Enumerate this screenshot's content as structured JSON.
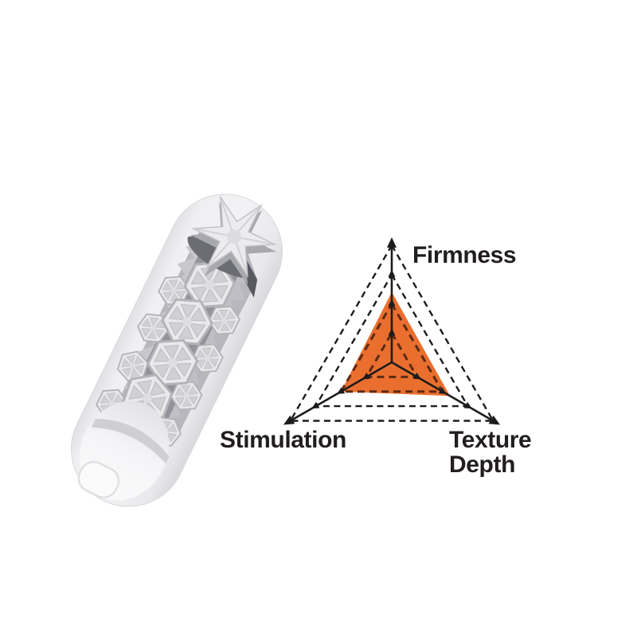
{
  "figure": {
    "type": "product-infographic",
    "background": "#ffffff"
  },
  "product_render": {
    "name": "textured sleeve cutaway",
    "style": "grayscale 3D render, capsule tilted diagonally",
    "body_color": "#ededef",
    "texture_pattern": "hexagonal snowflake cells with spiked ridges",
    "orifice": "six-point star opening"
  },
  "chart_data": {
    "type": "radar",
    "shape": "triangular",
    "levels": 4,
    "value_max": 4,
    "grid_style": "dashed",
    "legend_position": "none",
    "fill_color": "#EA6F2F",
    "axis_color": "#1C1C1C",
    "inner_grid_color": "#5E2A12",
    "label_color": "#221E1E",
    "axes": [
      {
        "label": "Firmness",
        "value": 2.4
      },
      {
        "label": "Texture Depth",
        "value": 2.3
      },
      {
        "label": "Stimulation",
        "value": 2.0
      }
    ]
  },
  "labels": {
    "firmness": "Firmness",
    "stimulation": "Stimulation",
    "texture_line1": "Texture",
    "texture_line2": "Depth"
  }
}
